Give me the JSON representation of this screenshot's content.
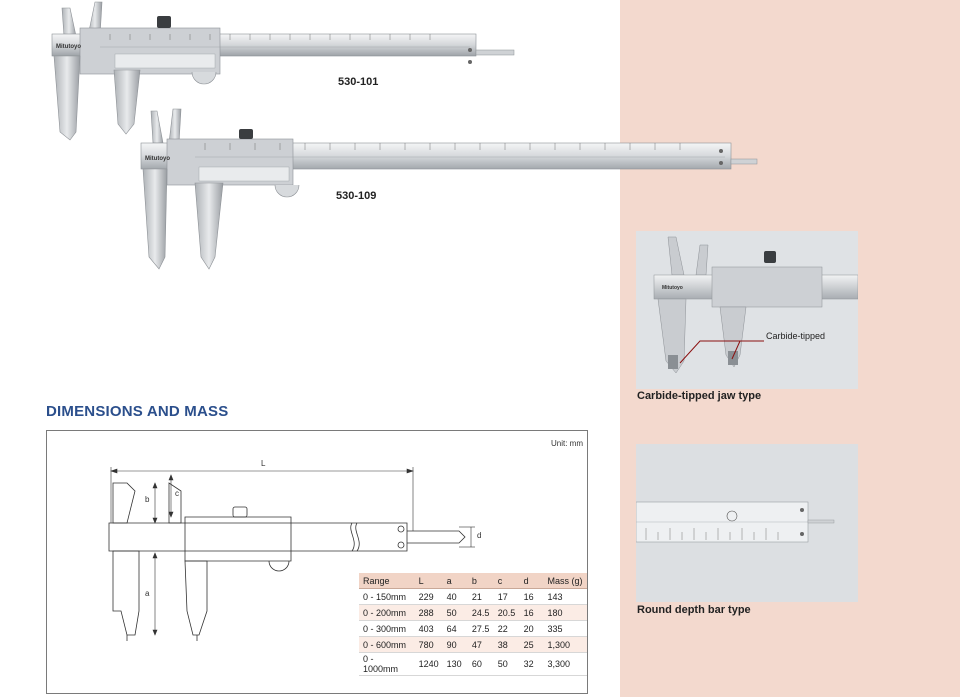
{
  "products": [
    {
      "model": "530-101"
    },
    {
      "model": "530-109"
    }
  ],
  "dimensions": {
    "heading": "DIMENSIONS AND MASS",
    "unit_note": "Unit: mm",
    "labels": {
      "L": "L",
      "a": "a",
      "b": "b",
      "c": "c",
      "d": "d"
    },
    "table": {
      "headers": [
        "Range",
        "L",
        "a",
        "b",
        "c",
        "d",
        "Mass (g)"
      ],
      "rows": [
        [
          "0 - 150mm",
          "229",
          "40",
          "21",
          "17",
          "16",
          "143"
        ],
        [
          "0 - 200mm",
          "288",
          "50",
          "24.5",
          "20.5",
          "16",
          "180"
        ],
        [
          "0 - 300mm",
          "403",
          "64",
          "27.5",
          "22",
          "20",
          "335"
        ],
        [
          "0 - 600mm",
          "780",
          "90",
          "47",
          "38",
          "25",
          "1,300"
        ],
        [
          "0 - 1000mm",
          "1240",
          "130",
          "60",
          "50",
          "32",
          "3,300"
        ]
      ]
    }
  },
  "options": [
    {
      "caption": "Carbide-tipped jaw type",
      "callout": "Carbide-tipped"
    },
    {
      "caption": "Round depth bar type"
    }
  ],
  "colors": {
    "heading": "#2b4f8c",
    "sidebar": "#f3d9ce",
    "table_header": "#f1d4c6"
  }
}
